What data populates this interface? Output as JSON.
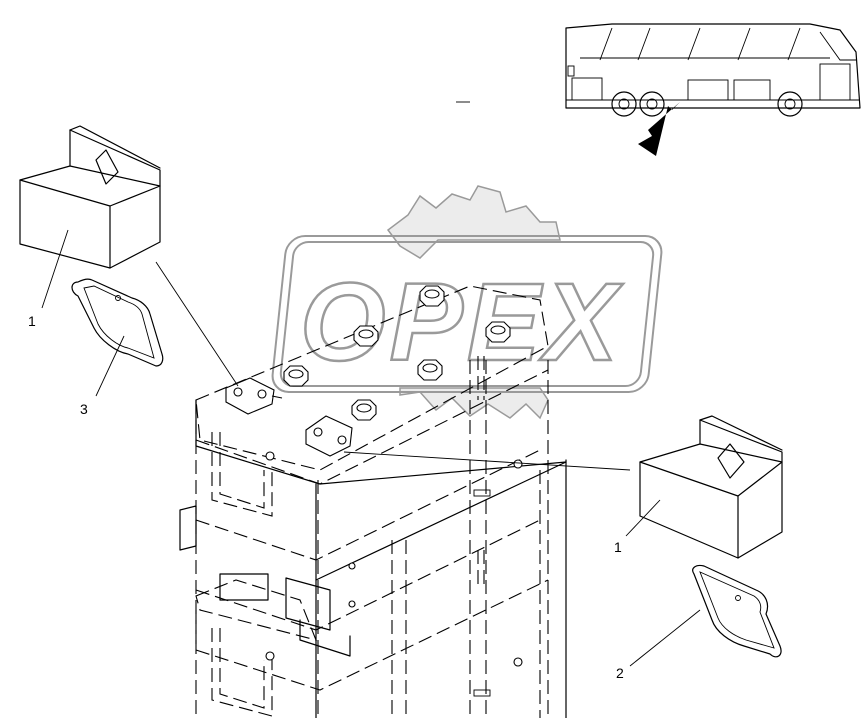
{
  "watermark": {
    "text": "OPEX",
    "icon": "gear-icon"
  },
  "callouts": [
    {
      "id": "cover-left",
      "label": "1"
    },
    {
      "id": "gasket-left",
      "label": "3"
    },
    {
      "id": "cover-right",
      "label": "1"
    },
    {
      "id": "gasket-right",
      "label": "2"
    }
  ],
  "vehicle": {
    "icon": "bus-icon",
    "pointer": "arrow-icon"
  }
}
